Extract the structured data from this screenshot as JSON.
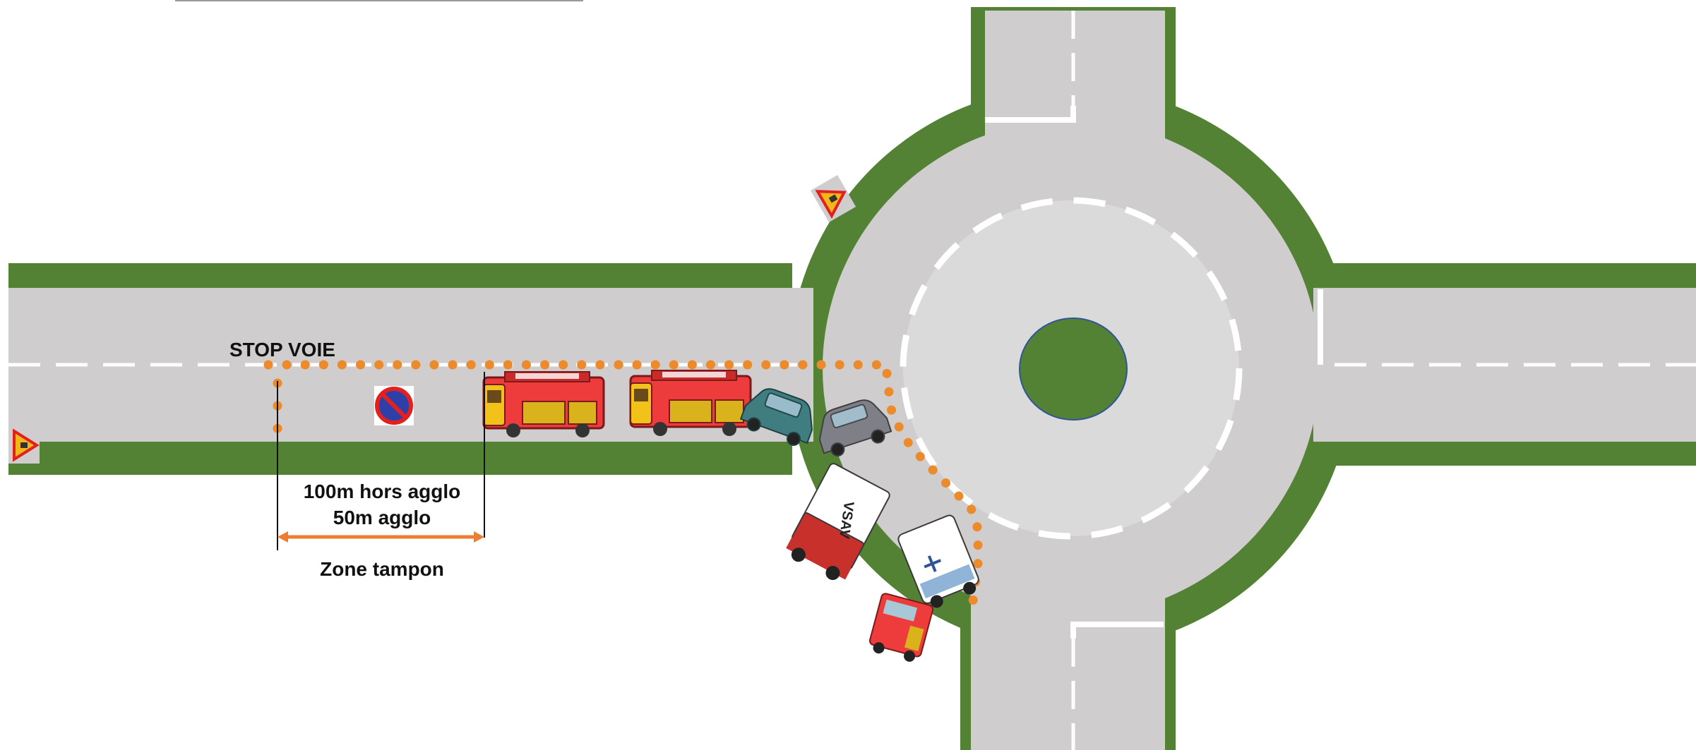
{
  "labels": {
    "stop_voie": "STOP VOIE",
    "distance_line1": "100m hors agglo",
    "distance_line2": "50m agglo",
    "zone": "Zone tampon",
    "vsav": "VSAV"
  },
  "icons": {
    "warning_sign": "warning-triangle-sign-icon",
    "no_parking_sign": "no-parking-sign-icon",
    "fire_truck": "fire-truck-icon",
    "car": "car-icon",
    "ambulance": "ambulance-icon"
  },
  "colors": {
    "road": "#cfcdce",
    "inner_ring": "#dadada",
    "grass": "#548235",
    "cone_dots": "#ed8b2c",
    "arrow": "#ed7d31",
    "lane_marking": "#ffffff",
    "truck_body": "#ee3b3b",
    "truck_panel": "#d9b21c",
    "car_teal": "#3f7d80",
    "car_grey": "#7f7f87"
  }
}
